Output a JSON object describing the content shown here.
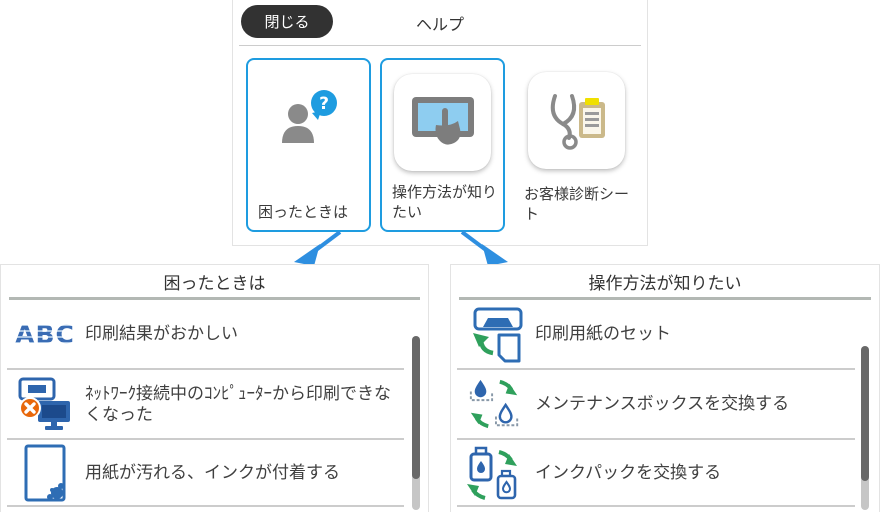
{
  "colors": {
    "accent_blue": "#1e9ce0",
    "close_button_bg": "#323232",
    "icon_navy": "#2e65ad",
    "icon_green": "#2fa05c",
    "error_orange": "#e8670a",
    "clipboard_tan": "#cbb98a",
    "clip_yellow": "#f0e000",
    "scrollbar_thumb": "#686868"
  },
  "top_panel": {
    "close_label": "閉じる",
    "title": "ヘルプ",
    "tiles": [
      {
        "label": "困ったときは",
        "icon": "person-question-icon",
        "selected": true
      },
      {
        "label": "操作方法が知りたい",
        "icon": "touch-screen-icon",
        "selected": true
      },
      {
        "label": "お客様診断シート",
        "icon": "diagnosis-sheet-icon",
        "selected": false
      }
    ]
  },
  "left_panel": {
    "title": "困ったときは",
    "items": [
      {
        "icon": "print-quality-icon",
        "label": "印刷結果がおかしい"
      },
      {
        "icon": "network-print-error-icon",
        "label": "ﾈｯﾄﾜｰｸ接続中のｺﾝﾋﾟｭｰﾀｰから印刷できなくなった"
      },
      {
        "icon": "stained-paper-icon",
        "label": "用紙が汚れる、インクが付着する"
      }
    ]
  },
  "right_panel": {
    "title": "操作方法が知りたい",
    "items": [
      {
        "icon": "load-paper-icon",
        "label": "印刷用紙のセット"
      },
      {
        "icon": "maintenance-box-icon",
        "label": "メンテナンスボックスを交換する"
      },
      {
        "icon": "ink-pack-icon",
        "label": "インクパックを交換する"
      }
    ]
  }
}
